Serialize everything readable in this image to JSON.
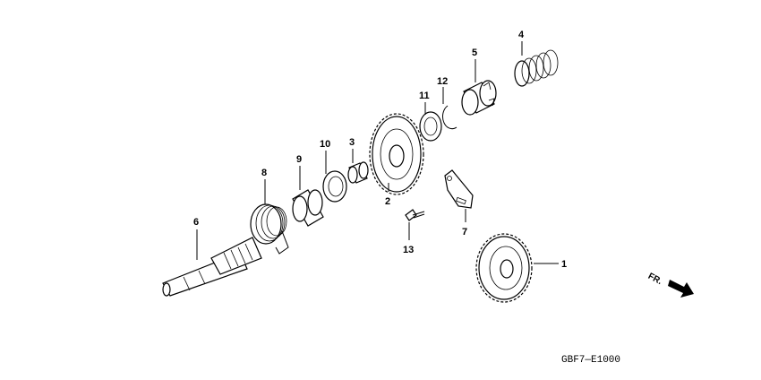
{
  "callouts": {
    "p1": "1",
    "p2": "2",
    "p3": "3",
    "p4": "4",
    "p5": "5",
    "p6": "6",
    "p7": "7",
    "p8": "8",
    "p9": "9",
    "p10": "10",
    "p11": "11",
    "p12": "12",
    "p13": "13"
  },
  "diagram_code": "GBF7—E1000",
  "direction_label": "FR."
}
